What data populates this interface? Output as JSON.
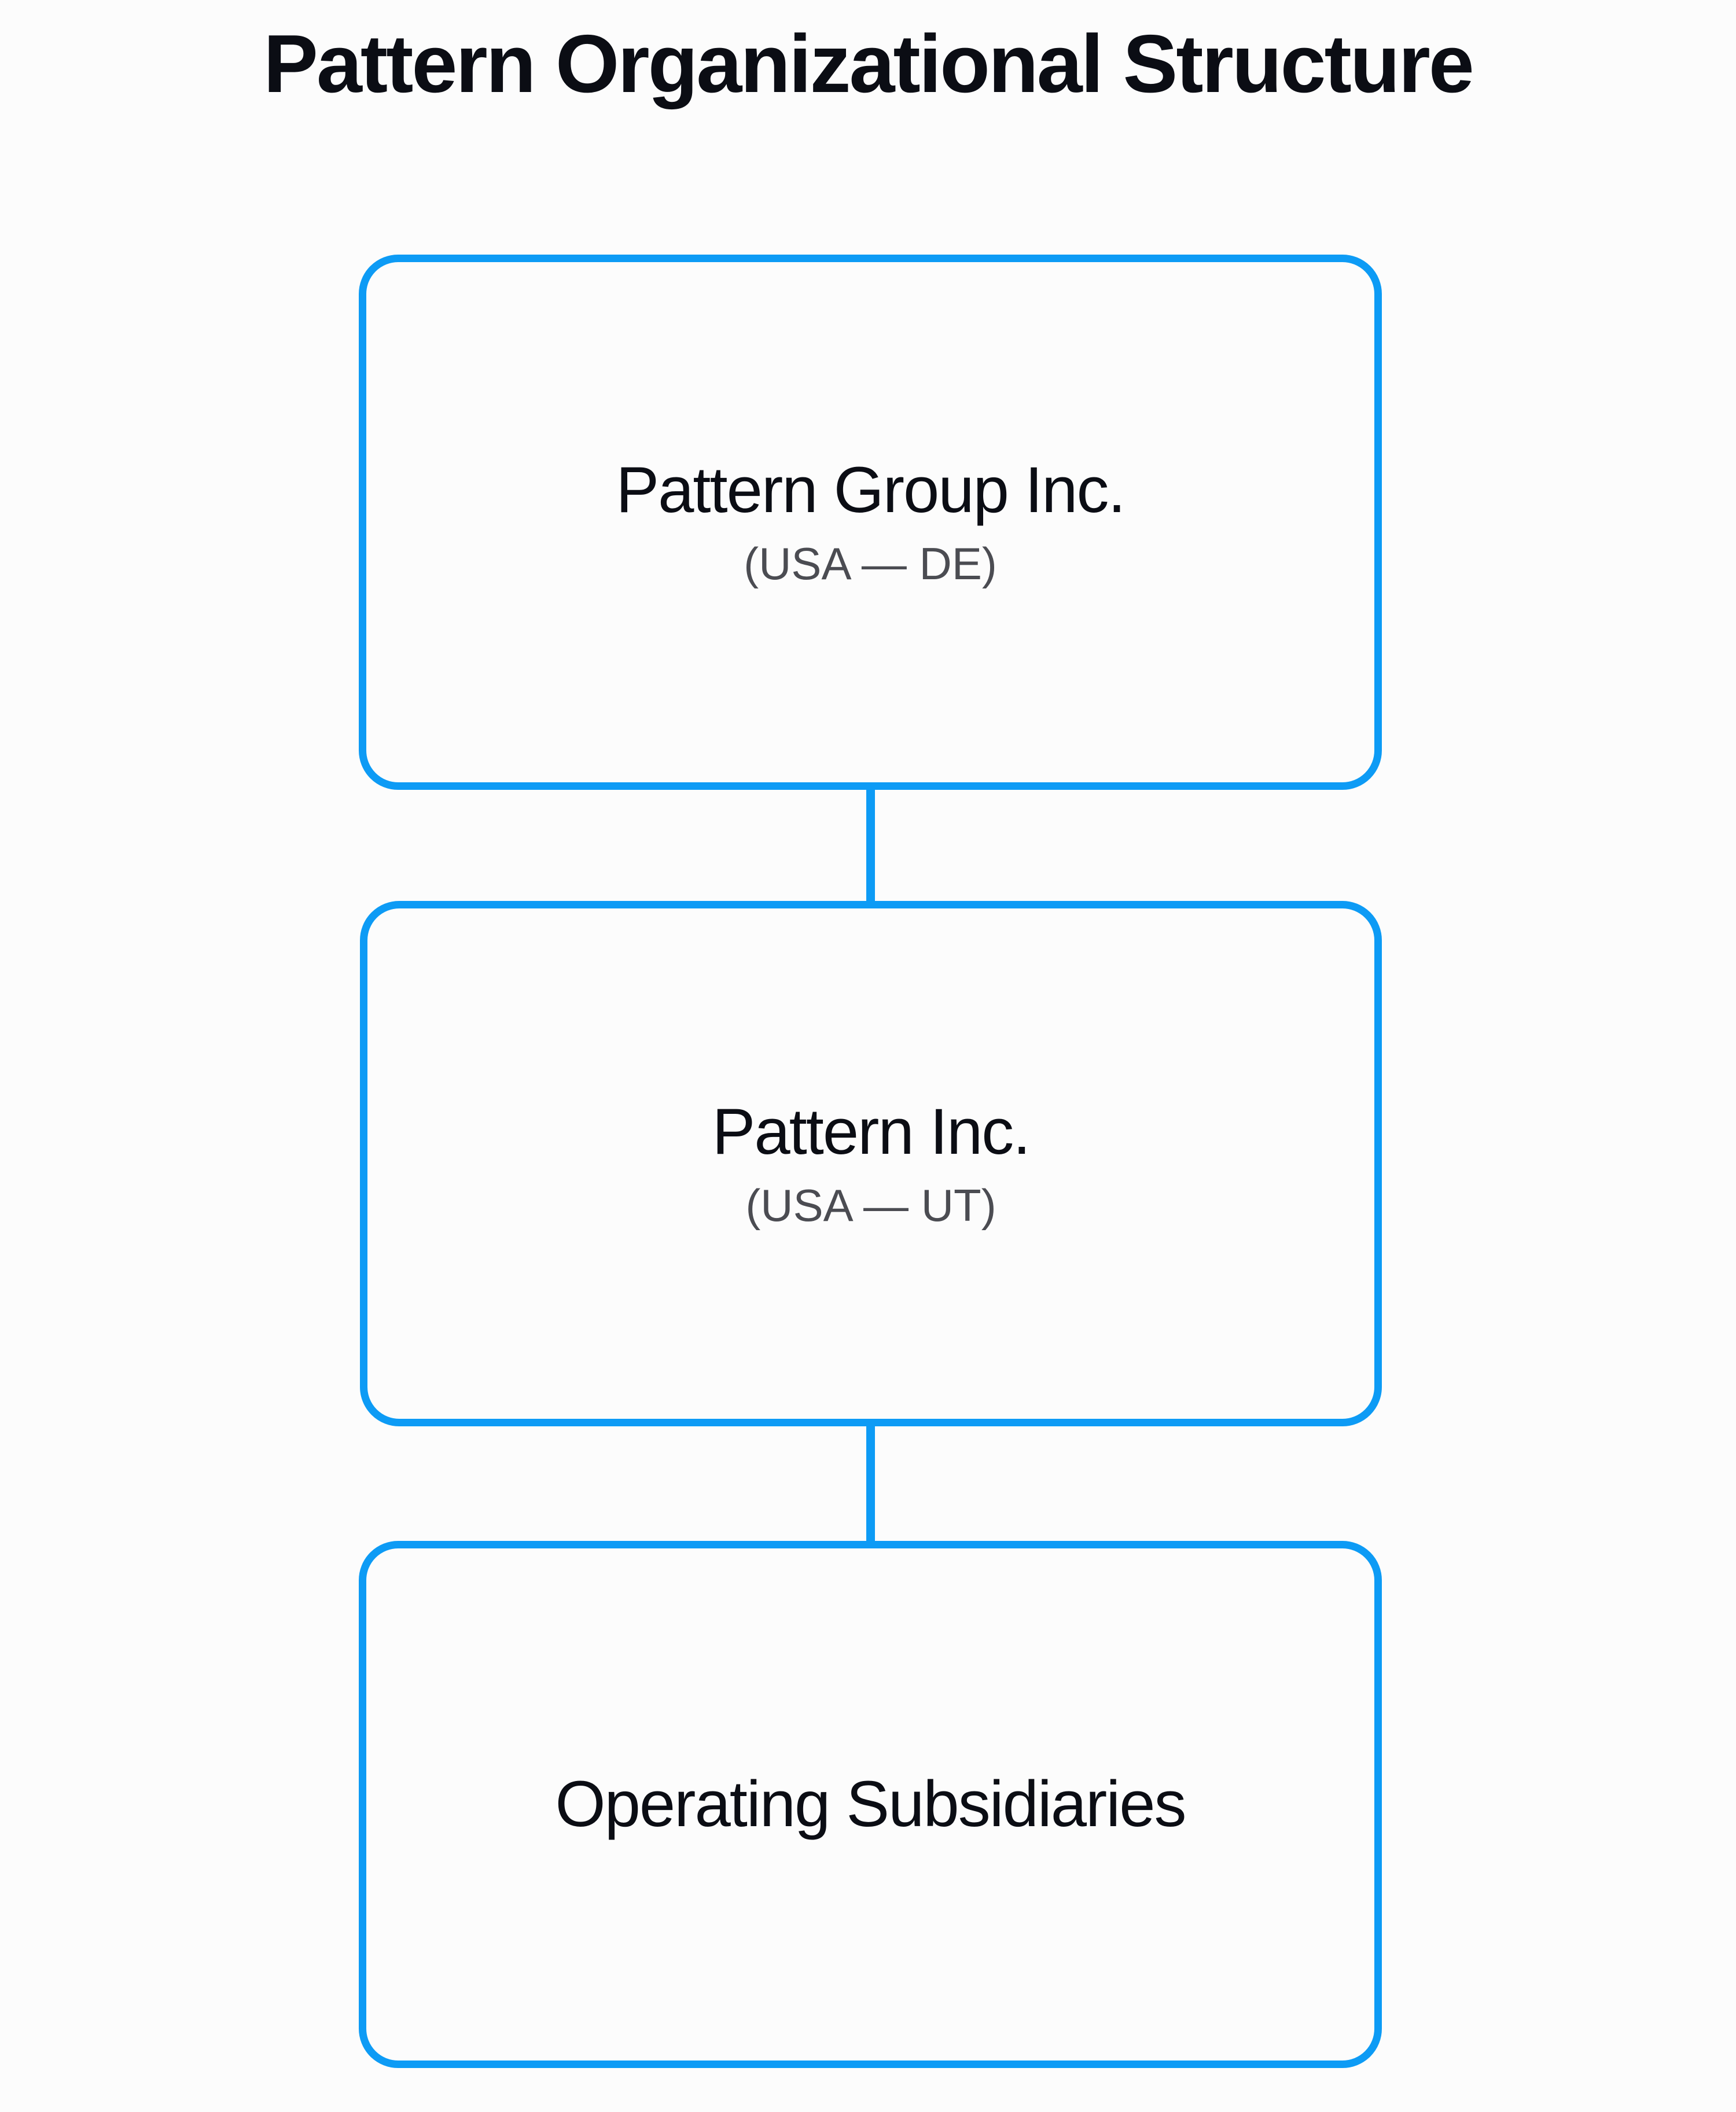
{
  "title": "Pattern Organizational Structure",
  "theme": {
    "accent": "#0D9BF5",
    "title_color": "#0B0D14",
    "node_title_color": "#0B0D14",
    "node_subtitle_color": "#4B4C52",
    "background": "#FCFCFC"
  },
  "chart_data": {
    "type": "diagram",
    "diagram_kind": "organizational-hierarchy",
    "title": "Pattern Organizational Structure",
    "orientation": "vertical",
    "nodes": [
      {
        "id": "pattern-group-inc",
        "level": 0,
        "title": "Pattern Group Inc.",
        "subtitle": "(USA — DE)",
        "jurisdiction_country": "USA",
        "jurisdiction_state": "DE"
      },
      {
        "id": "pattern-inc",
        "level": 1,
        "title": "Pattern Inc.",
        "subtitle": "(USA — UT)",
        "jurisdiction_country": "USA",
        "jurisdiction_state": "UT"
      },
      {
        "id": "operating-subsidiaries",
        "level": 2,
        "title": "Operating Subsidiaries",
        "subtitle": "",
        "jurisdiction_country": "",
        "jurisdiction_state": ""
      }
    ],
    "edges": [
      {
        "from": "pattern-group-inc",
        "to": "pattern-inc"
      },
      {
        "from": "pattern-inc",
        "to": "operating-subsidiaries"
      }
    ]
  },
  "nodes": {
    "n0": {
      "title": "Pattern Group Inc.",
      "subtitle": "(USA — DE)"
    },
    "n1": {
      "title": "Pattern Inc.",
      "subtitle": "(USA — UT)"
    },
    "n2": {
      "title": "Operating Subsidiaries"
    }
  }
}
